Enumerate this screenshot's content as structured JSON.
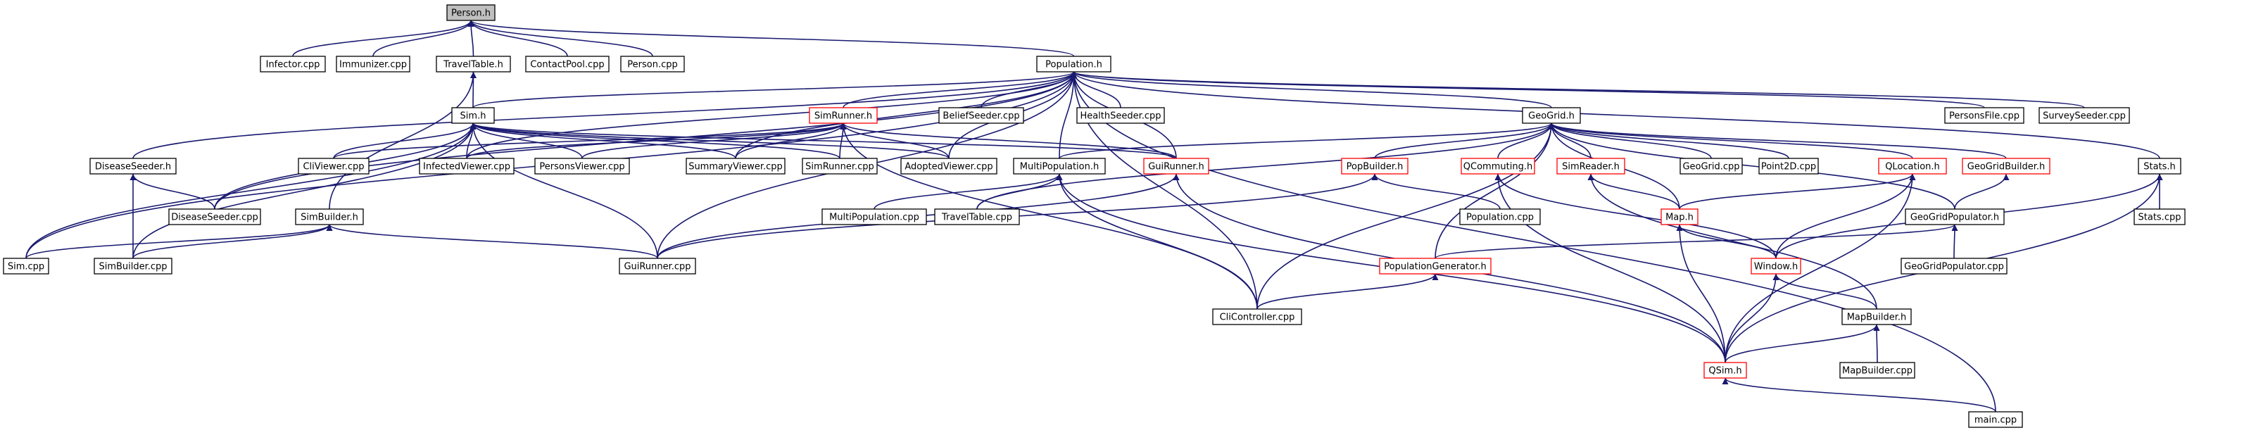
{
  "diagram": {
    "title": "",
    "colors": {
      "background": "#ffffff",
      "edge": "#191970",
      "node_border_default": "#000000",
      "node_border_incomplete": "#ff0000",
      "node_fill_default": "#ffffff",
      "node_fill_focus": "#bfbfbf"
    },
    "nodes": [
      {
        "id": "person_h",
        "label": "Person.h",
        "style": "focus"
      },
      {
        "id": "infector_cpp",
        "label": "Infector.cpp",
        "style": "black"
      },
      {
        "id": "immunizer_cpp",
        "label": "Immunizer.cpp",
        "style": "black"
      },
      {
        "id": "traveltable_h",
        "label": "TravelTable.h",
        "style": "black"
      },
      {
        "id": "contactpool_cpp",
        "label": "ContactPool.cpp",
        "style": "black"
      },
      {
        "id": "person_cpp",
        "label": "Person.cpp",
        "style": "black"
      },
      {
        "id": "population_h",
        "label": "Population.h",
        "style": "black"
      },
      {
        "id": "sim_h",
        "label": "Sim.h",
        "style": "black"
      },
      {
        "id": "simrunner_h",
        "label": "SimRunner.h",
        "style": "red"
      },
      {
        "id": "beliefseeder_cpp",
        "label": "BeliefSeeder.cpp",
        "style": "black"
      },
      {
        "id": "healthseeder_cpp",
        "label": "HealthSeeder.cpp",
        "style": "black"
      },
      {
        "id": "geogrid_h",
        "label": "GeoGrid.h",
        "style": "black"
      },
      {
        "id": "personsfile_cpp",
        "label": "PersonsFile.cpp",
        "style": "black"
      },
      {
        "id": "surveyseeder_cpp",
        "label": "SurveySeeder.cpp",
        "style": "black"
      },
      {
        "id": "diseaseseeder_h",
        "label": "DiseaseSeeder.h",
        "style": "black"
      },
      {
        "id": "cliviewer_cpp",
        "label": "CliViewer.cpp",
        "style": "black"
      },
      {
        "id": "infectedviewer_cpp",
        "label": "InfectedViewer.cpp",
        "style": "black"
      },
      {
        "id": "personsviewer_cpp",
        "label": "PersonsViewer.cpp",
        "style": "black"
      },
      {
        "id": "summaryviewer_cpp",
        "label": "SummaryViewer.cpp",
        "style": "black"
      },
      {
        "id": "simrunner_cpp",
        "label": "SimRunner.cpp",
        "style": "black"
      },
      {
        "id": "adoptedviewer_cpp",
        "label": "AdoptedViewer.cpp",
        "style": "black"
      },
      {
        "id": "multipopulation_h",
        "label": "MultiPopulation.h",
        "style": "black"
      },
      {
        "id": "guirunner_h",
        "label": "GuiRunner.h",
        "style": "red"
      },
      {
        "id": "popbuilder_h",
        "label": "PopBuilder.h",
        "style": "red"
      },
      {
        "id": "qcommuting_h",
        "label": "QCommuting.h",
        "style": "red"
      },
      {
        "id": "simreader_h",
        "label": "SimReader.h",
        "style": "red"
      },
      {
        "id": "geogrid_cpp",
        "label": "GeoGrid.cpp",
        "style": "black"
      },
      {
        "id": "point2d_cpp",
        "label": "Point2D.cpp",
        "style": "black"
      },
      {
        "id": "qlocation_h",
        "label": "QLocation.h",
        "style": "red"
      },
      {
        "id": "geogridbuilder_h",
        "label": "GeoGridBuilder.h",
        "style": "red"
      },
      {
        "id": "stats_h",
        "label": "Stats.h",
        "style": "black"
      },
      {
        "id": "diseaseseeder_cpp",
        "label": "DiseaseSeeder.cpp",
        "style": "black"
      },
      {
        "id": "simbuilder_h",
        "label": "SimBuilder.h",
        "style": "black"
      },
      {
        "id": "multipopulation_cpp",
        "label": "MultiPopulation.cpp",
        "style": "black"
      },
      {
        "id": "traveltable_cpp",
        "label": "TravelTable.cpp",
        "style": "black"
      },
      {
        "id": "population_cpp",
        "label": "Population.cpp",
        "style": "black"
      },
      {
        "id": "map_h",
        "label": "Map.h",
        "style": "red"
      },
      {
        "id": "geogridpopulator_h",
        "label": "GeoGridPopulator.h",
        "style": "black"
      },
      {
        "id": "stats_cpp",
        "label": "Stats.cpp",
        "style": "black"
      },
      {
        "id": "sim_cpp",
        "label": "Sim.cpp",
        "style": "black"
      },
      {
        "id": "simbuilder_cpp",
        "label": "SimBuilder.cpp",
        "style": "black"
      },
      {
        "id": "guirunner_cpp",
        "label": "GuiRunner.cpp",
        "style": "black"
      },
      {
        "id": "populationgenerator_h",
        "label": "PopulationGenerator.h",
        "style": "red"
      },
      {
        "id": "window_h",
        "label": "Window.h",
        "style": "red"
      },
      {
        "id": "geogridpopulator_cpp",
        "label": "GeoGridPopulator.cpp",
        "style": "black"
      },
      {
        "id": "clicontroller_cpp",
        "label": "CliController.cpp",
        "style": "black"
      },
      {
        "id": "mapbuilder_h",
        "label": "MapBuilder.h",
        "style": "black"
      },
      {
        "id": "qsim_h",
        "label": "QSim.h",
        "style": "red"
      },
      {
        "id": "mapbuilder_cpp",
        "label": "MapBuilder.cpp",
        "style": "black"
      },
      {
        "id": "main_cpp",
        "label": "main.cpp",
        "style": "black"
      }
    ],
    "edges": [
      [
        "infector_cpp",
        "person_h"
      ],
      [
        "immunizer_cpp",
        "person_h"
      ],
      [
        "traveltable_h",
        "person_h"
      ],
      [
        "contactpool_cpp",
        "person_h"
      ],
      [
        "person_cpp",
        "person_h"
      ],
      [
        "population_h",
        "person_h"
      ],
      [
        "sim_h",
        "traveltable_h"
      ],
      [
        "simbuilder_h",
        "traveltable_h"
      ],
      [
        "sim_h",
        "population_h"
      ],
      [
        "simrunner_h",
        "population_h"
      ],
      [
        "beliefseeder_cpp",
        "population_h"
      ],
      [
        "healthseeder_cpp",
        "population_h"
      ],
      [
        "geogrid_h",
        "population_h"
      ],
      [
        "personsfile_cpp",
        "population_h"
      ],
      [
        "surveyseeder_cpp",
        "population_h"
      ],
      [
        "diseaseseeder_h",
        "population_h"
      ],
      [
        "infectedviewer_cpp",
        "population_h"
      ],
      [
        "summaryviewer_cpp",
        "population_h"
      ],
      [
        "adoptedviewer_cpp",
        "population_h"
      ],
      [
        "multipopulation_h",
        "population_h"
      ],
      [
        "guirunner_h",
        "population_h"
      ],
      [
        "stats_h",
        "population_h"
      ],
      [
        "diseaseseeder_cpp",
        "population_h"
      ],
      [
        "sim_cpp",
        "population_h"
      ],
      [
        "guirunner_cpp",
        "population_h"
      ],
      [
        "clicontroller_cpp",
        "population_h"
      ],
      [
        "main_cpp",
        "population_h"
      ],
      [
        "cliviewer_cpp",
        "sim_h"
      ],
      [
        "infectedviewer_cpp",
        "sim_h"
      ],
      [
        "personsviewer_cpp",
        "sim_h"
      ],
      [
        "summaryviewer_cpp",
        "sim_h"
      ],
      [
        "simrunner_cpp",
        "sim_h"
      ],
      [
        "adoptedviewer_cpp",
        "sim_h"
      ],
      [
        "guirunner_h",
        "sim_h"
      ],
      [
        "diseaseseeder_cpp",
        "sim_h"
      ],
      [
        "sim_cpp",
        "sim_h"
      ],
      [
        "simbuilder_cpp",
        "sim_h"
      ],
      [
        "guirunner_cpp",
        "sim_h"
      ],
      [
        "cliviewer_cpp",
        "simrunner_h"
      ],
      [
        "infectedviewer_cpp",
        "simrunner_h"
      ],
      [
        "personsviewer_cpp",
        "simrunner_h"
      ],
      [
        "summaryviewer_cpp",
        "simrunner_h"
      ],
      [
        "simrunner_cpp",
        "simrunner_h"
      ],
      [
        "adoptedviewer_cpp",
        "simrunner_h"
      ],
      [
        "guirunner_h",
        "simrunner_h"
      ],
      [
        "clicontroller_cpp",
        "simrunner_h"
      ],
      [
        "geogrid_cpp",
        "geogrid_h"
      ],
      [
        "point2d_cpp",
        "geogrid_h"
      ],
      [
        "popbuilder_h",
        "geogrid_h"
      ],
      [
        "qcommuting_h",
        "geogrid_h"
      ],
      [
        "simreader_h",
        "geogrid_h"
      ],
      [
        "qlocation_h",
        "geogrid_h"
      ],
      [
        "geogridbuilder_h",
        "geogrid_h"
      ],
      [
        "map_h",
        "geogrid_h"
      ],
      [
        "multipopulation_h",
        "geogrid_h"
      ],
      [
        "traveltable_cpp",
        "geogrid_h"
      ],
      [
        "populationgenerator_h",
        "geogrid_h"
      ],
      [
        "clicontroller_cpp",
        "geogrid_h"
      ],
      [
        "geogridpopulator_h",
        "geogrid_h"
      ],
      [
        "diseaseseeder_cpp",
        "diseaseseeder_h"
      ],
      [
        "simbuilder_cpp",
        "diseaseseeder_h"
      ],
      [
        "multipopulation_cpp",
        "multipopulation_h"
      ],
      [
        "traveltable_cpp",
        "multipopulation_h"
      ],
      [
        "clicontroller_cpp",
        "multipopulation_h"
      ],
      [
        "qsim_h",
        "multipopulation_h"
      ],
      [
        "guirunner_cpp",
        "guirunner_h"
      ],
      [
        "qsim_h",
        "guirunner_h"
      ],
      [
        "population_cpp",
        "popbuilder_h"
      ],
      [
        "guirunner_cpp",
        "popbuilder_h"
      ],
      [
        "qsim_h",
        "qcommuting_h"
      ],
      [
        "window_h",
        "qcommuting_h"
      ],
      [
        "map_h",
        "simreader_h"
      ],
      [
        "mapbuilder_h",
        "simreader_h"
      ],
      [
        "map_h",
        "qlocation_h"
      ],
      [
        "window_h",
        "qlocation_h"
      ],
      [
        "qsim_h",
        "qlocation_h"
      ],
      [
        "geogridpopulator_h",
        "geogridbuilder_h"
      ],
      [
        "stats_cpp",
        "stats_h"
      ],
      [
        "window_h",
        "stats_h"
      ],
      [
        "qsim_h",
        "stats_h"
      ],
      [
        "sim_cpp",
        "simbuilder_h"
      ],
      [
        "simbuilder_cpp",
        "simbuilder_h"
      ],
      [
        "guirunner_cpp",
        "simbuilder_h"
      ],
      [
        "window_h",
        "map_h"
      ],
      [
        "qsim_h",
        "map_h"
      ],
      [
        "geogridpopulator_cpp",
        "geogridpopulator_h"
      ],
      [
        "populationgenerator_h",
        "geogridpopulator_h"
      ],
      [
        "clicontroller_cpp",
        "populationgenerator_h"
      ],
      [
        "mapbuilder_h",
        "window_h"
      ],
      [
        "qsim_h",
        "window_h"
      ],
      [
        "qsim_h",
        "mapbuilder_h"
      ],
      [
        "mapbuilder_cpp",
        "mapbuilder_h"
      ],
      [
        "main_cpp",
        "qsim_h"
      ]
    ]
  }
}
